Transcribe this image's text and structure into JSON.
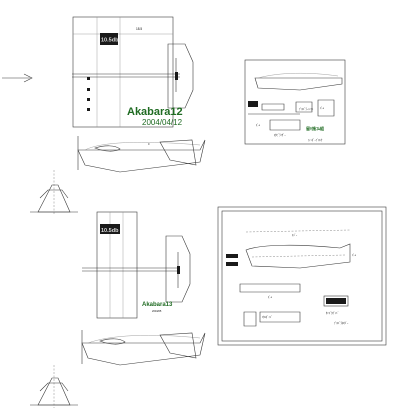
{
  "colors": {
    "background": "#ffffff",
    "line": "#3a3a3a",
    "title_green": "#1f6b22",
    "mark_green": "#2c7a2c"
  },
  "plane1": {
    "wing_span_label": "10.5db",
    "nose_label": "18.5",
    "title": "Akabara12",
    "date": "2004/04/12"
  },
  "parts1": {
    "fuselage_mark": "0",
    "label_a": "ﾌﾟﾛﾍﾟﾗｰｼｬﾌﾄ",
    "label_b": "ｺﾞﾑ",
    "label_c": "ｽﾞﾑ",
    "label_d": "ｽﾀﾋﾞﾗｲｻﾞｰ",
    "heading": "留ｷ施ｺﾑ組",
    "label_f": "ﾌｨﾝｶﾞｰﾌﾞﾛｯｸ"
  },
  "plane2": {
    "wing_span_label": "10.5db",
    "title": "Akabara13",
    "subtitle": "2004/05"
  },
  "parts2": {
    "fuselage_label": "ｽﾊﾟｰ",
    "label_a": "ｺﾞﾑ",
    "label_b": "ｽﾞﾑ",
    "label_c": "ﾒﾀﾙｶﾞｲﾄﾞ",
    "label_d": "ﾀｲｺﾞｸｶﾞｲﾄﾞ",
    "label_e": "ﾌﾟﾛﾍﾟﾗﾎﾙﾀﾞｰ"
  }
}
